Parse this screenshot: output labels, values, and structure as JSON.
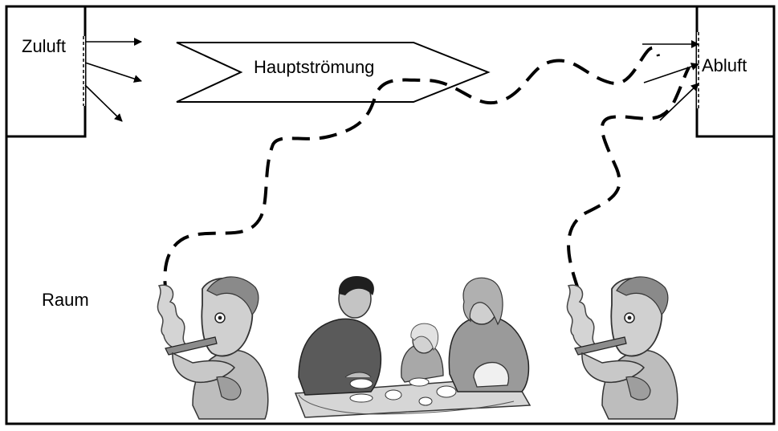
{
  "labels": {
    "supply_air": "Zuluft",
    "main_flow": "Hauptströmung",
    "exhaust_air": "Abluft",
    "room": "Raum"
  },
  "colors": {
    "line": "#000000",
    "background": "#ffffff",
    "clipart_light": "#cfcfcf",
    "clipart_mid": "#9a9a9a",
    "clipart_dark": "#3a3a3a"
  }
}
